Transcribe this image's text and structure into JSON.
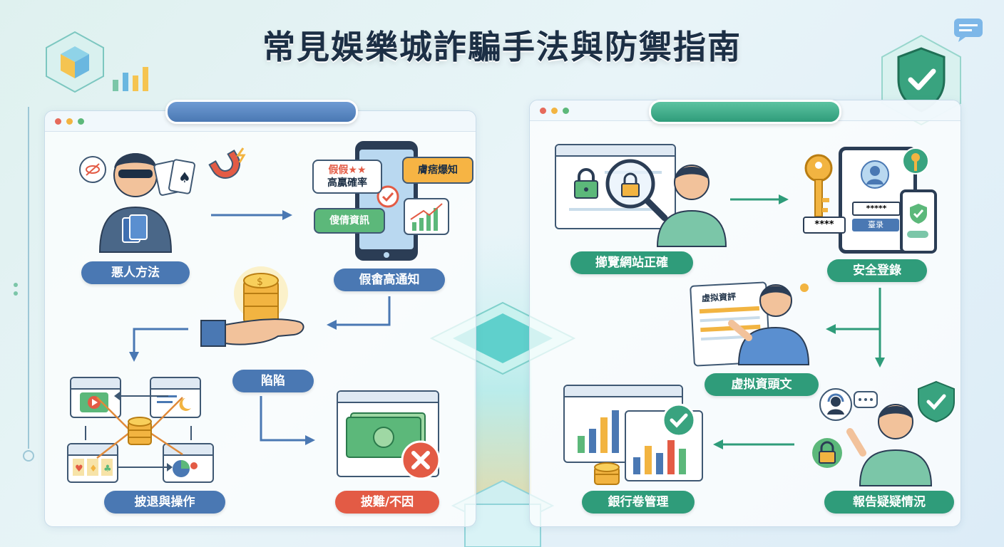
{
  "title": "常見娛樂城詐騙手法與防禦指南",
  "colors": {
    "blue": "#4a78b3",
    "green": "#2f9c7a",
    "red": "#e35b45",
    "dark": "#1c2f45"
  },
  "left_panel": {
    "steps": {
      "tactics": "悪人方法",
      "fake_notice": "假畬高通知",
      "trap": "陷陷",
      "manipulate": "披退與操作",
      "loss": "披難/不因"
    },
    "phone_bubbles": {
      "fake_rate_line1": "假假★★",
      "fake_rate_line2": "高贏確率",
      "notice": "膚痞爆知",
      "trust": "傁倩資訊"
    }
  },
  "right_panel": {
    "steps": {
      "browse": "擳覽網站正確",
      "secure_login": "安全登錄",
      "virtual_doc": "虚拟資頭文",
      "bank": "銀行卷管理",
      "report": "報告疑疑情況"
    },
    "login_ui": {
      "password_mask": "*****",
      "pin_mask": "****",
      "login_button": "臺录"
    },
    "doc_title": "虚拟資評"
  },
  "icons": [
    "scammer-icon",
    "cards-icon",
    "magnet-icon",
    "phone-icon",
    "coins-hand-icon",
    "money-icon",
    "error-x-icon",
    "lock-icon",
    "magnifier-icon",
    "key-icon",
    "shield-check-icon",
    "headset-icon",
    "bar-chart-icon",
    "cube-icon"
  ]
}
